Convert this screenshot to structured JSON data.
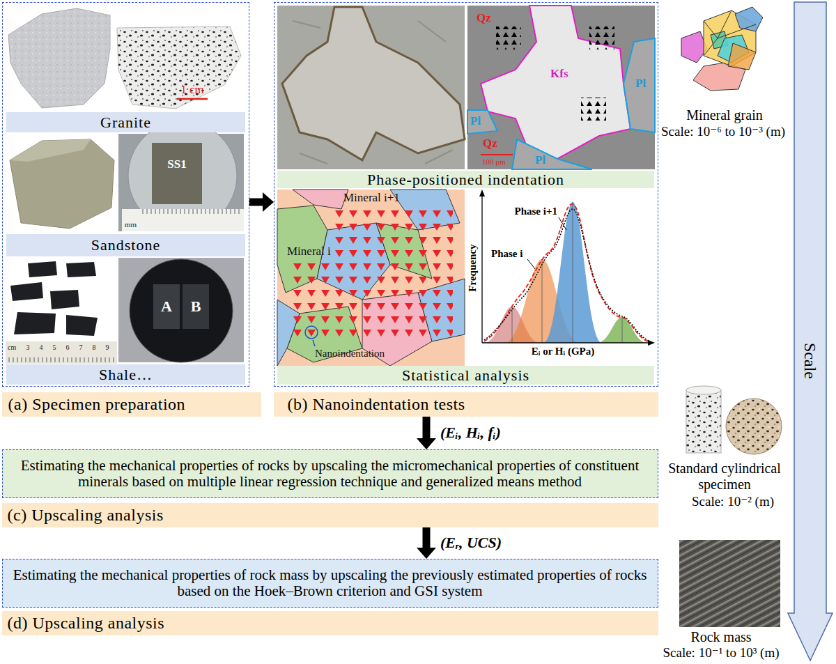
{
  "diagram": {
    "nodes": [
      {
        "text": [
          "(a) Specimen preparation"
        ]
      },
      {
        "text": [
          "Granite"
        ],
        "in": 0
      },
      {
        "text": [
          "Sandstone"
        ],
        "in": 0
      },
      {
        "text": [
          "Shale…"
        ],
        "in": 0
      },
      {
        "text": [
          "(b) Nanoindentation tests"
        ]
      },
      {
        "text": [
          "Phase-positioned indentation"
        ],
        "in": 4
      },
      {
        "text": [
          "Statistical analysis"
        ],
        "in": 4
      },
      {
        "text": [
          "Estimating the mechanical properties of rocks by upscaling the micromechanical properties of constituent minerals based on multiple linear regression technique and generalized means method",
          "(c) Upscaling analysis"
        ]
      },
      {
        "text": [
          "Estimating the mechanical properties of rock mass by upscaling the previously estimated properties of rocks based on the Hoek–Brown criterion and GSI system",
          "(d) Upscaling analysis"
        ]
      },
      {
        "text": [
          "Scale"
        ]
      }
    ],
    "edges": [
      {
        "from": 0,
        "to": 4,
        "arrow": "to"
      },
      {
        "from": 4,
        "to": 7,
        "label": "(Eᵢ, Hᵢ, fᵢ)",
        "arrow": "to"
      },
      {
        "from": 7,
        "to": 8,
        "label": "(Eᵣ, UCS)",
        "arrow": "to"
      }
    ],
    "labels": [
      "1 cm",
      "SS1",
      "mm",
      "cm",
      "3",
      "4",
      "5",
      "6",
      "7",
      "8",
      "9",
      "A",
      "B",
      "Qz",
      "Kfs",
      "Pl",
      "Pl",
      "Qz",
      "Pl",
      "100 μm",
      "Mineral i+1",
      "Mineral i",
      "Nanoindentation",
      "Frequency",
      "Phase i+1",
      "Phase i",
      "Eᵢ or Hᵢ (GPa)",
      "Mineral grain",
      "Scale: 10⁻⁶ to 10⁻³ (m)",
      "Standard cylindrical specimen",
      "Scale: 10⁻² (m)",
      "Rock mass",
      "Scale: 10⁻¹ to 10³ (m)"
    ]
  }
}
